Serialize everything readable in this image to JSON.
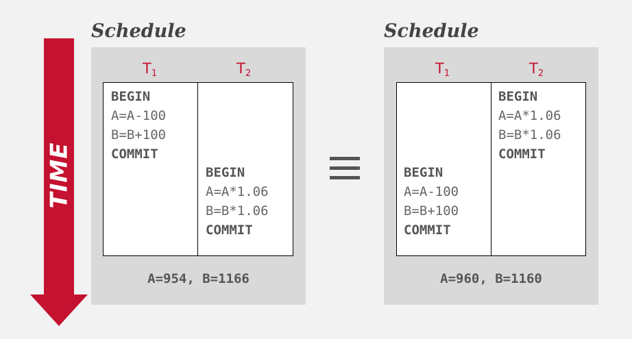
{
  "time_label": "TIME",
  "equivalence_symbol": "≡",
  "schedules": [
    {
      "title": "Schedule",
      "t1": {
        "name": "T",
        "sub": "1"
      },
      "t2": {
        "name": "T",
        "sub": "2"
      },
      "t1_ops": {
        "begin": "BEGIN",
        "op1": "A=A-100",
        "op2": "B=B+100",
        "commit": "COMMIT"
      },
      "t2_ops": {
        "begin": "BEGIN",
        "op1": "A=A*1.06",
        "op2": "B=B*1.06",
        "commit": "COMMIT"
      },
      "result": "A=954, B=1166"
    },
    {
      "title": "Schedule",
      "t1": {
        "name": "T",
        "sub": "1"
      },
      "t2": {
        "name": "T",
        "sub": "2"
      },
      "t1_ops": {
        "begin": "BEGIN",
        "op1": "A=A-100",
        "op2": "B=B+100",
        "commit": "COMMIT"
      },
      "t2_ops": {
        "begin": "BEGIN",
        "op1": "A=A*1.06",
        "op2": "B=B*1.06",
        "commit": "COMMIT"
      },
      "result": "A=960, B=1160"
    }
  ],
  "colors": {
    "accent": "#c41230",
    "panel": "#d9d9d9",
    "text": "#555555"
  }
}
